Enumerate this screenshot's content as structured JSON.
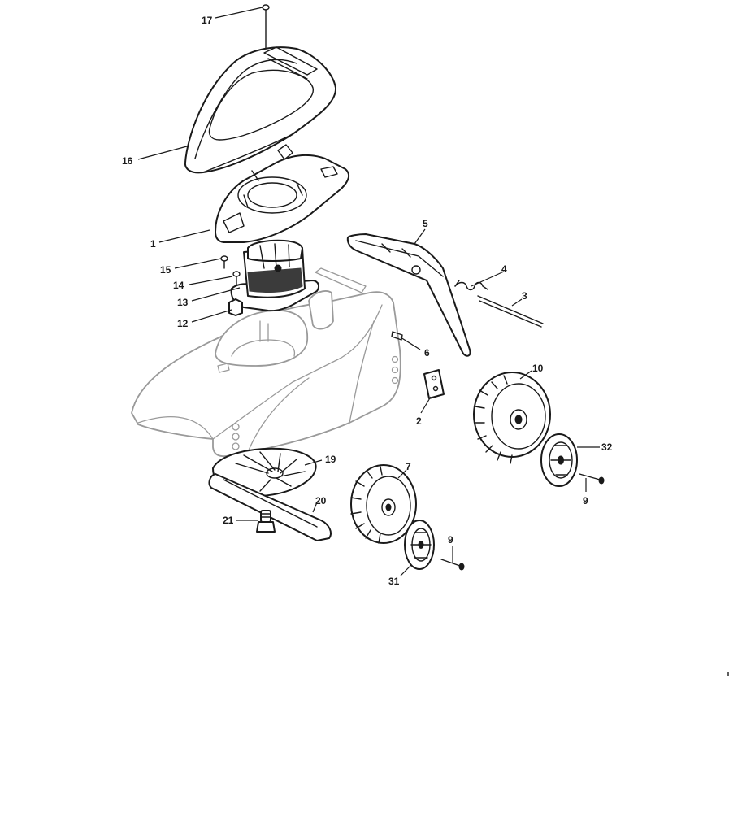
{
  "callouts": [
    {
      "id": "c1",
      "label": "1"
    },
    {
      "id": "c2",
      "label": "2"
    },
    {
      "id": "c3",
      "label": "3"
    },
    {
      "id": "c4",
      "label": "4"
    },
    {
      "id": "c5",
      "label": "5"
    },
    {
      "id": "c6",
      "label": "6"
    },
    {
      "id": "c7",
      "label": "7"
    },
    {
      "id": "c9a",
      "label": "9"
    },
    {
      "id": "c9b",
      "label": "9"
    },
    {
      "id": "c10",
      "label": "10"
    },
    {
      "id": "c12",
      "label": "12"
    },
    {
      "id": "c13",
      "label": "13"
    },
    {
      "id": "c14",
      "label": "14"
    },
    {
      "id": "c15",
      "label": "15"
    },
    {
      "id": "c16",
      "label": "16"
    },
    {
      "id": "c17",
      "label": "17"
    },
    {
      "id": "c19",
      "label": "19"
    },
    {
      "id": "c20",
      "label": "20"
    },
    {
      "id": "c21",
      "label": "21"
    },
    {
      "id": "c31",
      "label": "31"
    },
    {
      "id": "c32",
      "label": "32"
    }
  ],
  "colors": {
    "line": "#1a1a1a",
    "ghost": "#9a9a9a",
    "background": "#ffffff"
  }
}
